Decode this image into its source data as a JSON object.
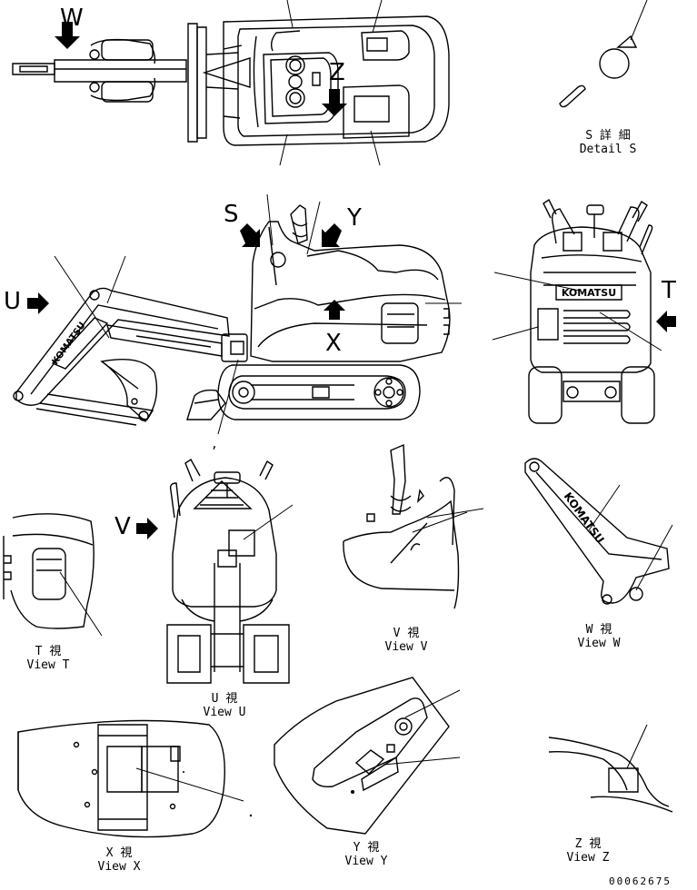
{
  "arrows": {
    "W": "W",
    "Z": "Z",
    "S": "S",
    "Y": "Y",
    "U": "U",
    "T": "T",
    "X": "X",
    "V": "V"
  },
  "views": {
    "detail_s": {
      "jp": "S 詳 細",
      "en": "Detail S"
    },
    "view_t": {
      "jp": "T 視",
      "en": "View T"
    },
    "view_u": {
      "jp": "U 視",
      "en": "View U"
    },
    "view_v": {
      "jp": "V 視",
      "en": "View V"
    },
    "view_w": {
      "jp": "W 視",
      "en": "View W"
    },
    "view_x": {
      "jp": "X 視",
      "en": "View X"
    },
    "view_y": {
      "jp": "Y 視",
      "en": "View Y"
    },
    "view_z": {
      "jp": "Z 視",
      "en": "View Z"
    }
  },
  "brand": {
    "rear_decal": "KOMATSU",
    "boom_decal": "KOMATSU",
    "view_w_decal": "KOMATSU"
  },
  "stray_mark": ",",
  "drawing_number": "00062675"
}
